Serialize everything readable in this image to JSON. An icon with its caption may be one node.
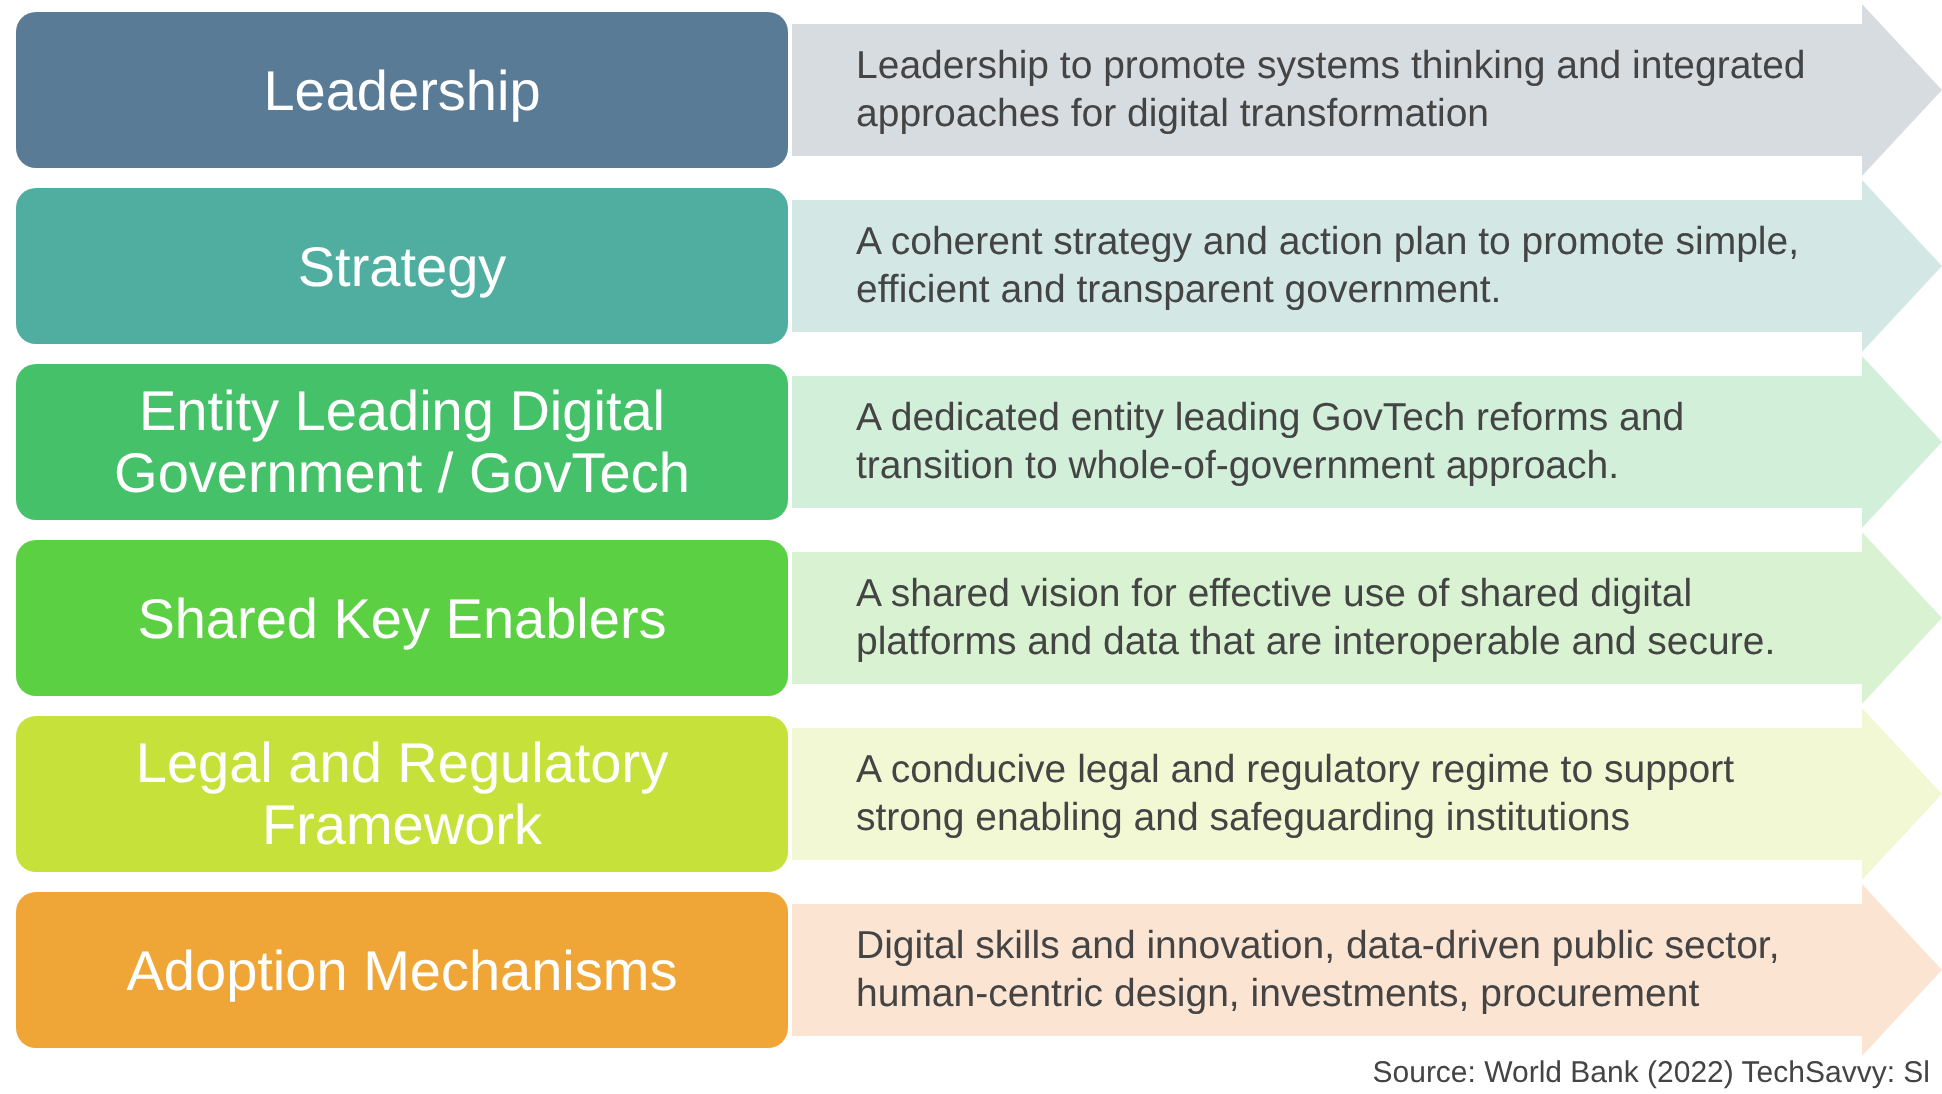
{
  "diagram": {
    "nodes": [
      {
        "text": [
          "Leadership"
        ]
      },
      {
        "text": [
          "Leadership to promote systems thinking and integrated approaches for digital transformation"
        ]
      },
      {
        "text": [
          "Strategy"
        ]
      },
      {
        "text": [
          "A coherent strategy and action plan to promote simple, efficient and transparent government."
        ]
      },
      {
        "text": [
          "Entity Leading Digital Government / GovTech"
        ]
      },
      {
        "text": [
          "A dedicated entity leading GovTech reforms and transition to whole-of-government approach."
        ]
      },
      {
        "text": [
          "Shared Key Enablers"
        ]
      },
      {
        "text": [
          "A shared vision for effective use of shared digital platforms and data that are interoperable and secure."
        ]
      },
      {
        "text": [
          "Legal and Regulatory Framework"
        ]
      },
      {
        "text": [
          "A conducive legal and regulatory regime to support strong enabling and safeguarding institutions"
        ]
      },
      {
        "text": [
          "Adoption Mechanisms"
        ]
      },
      {
        "text": [
          "Digital skills and innovation, data-driven public sector, human-centric design, investments, procurement"
        ]
      }
    ],
    "labels": [
      "Source: World Bank (2022) TechSavvy: Sl"
    ]
  }
}
